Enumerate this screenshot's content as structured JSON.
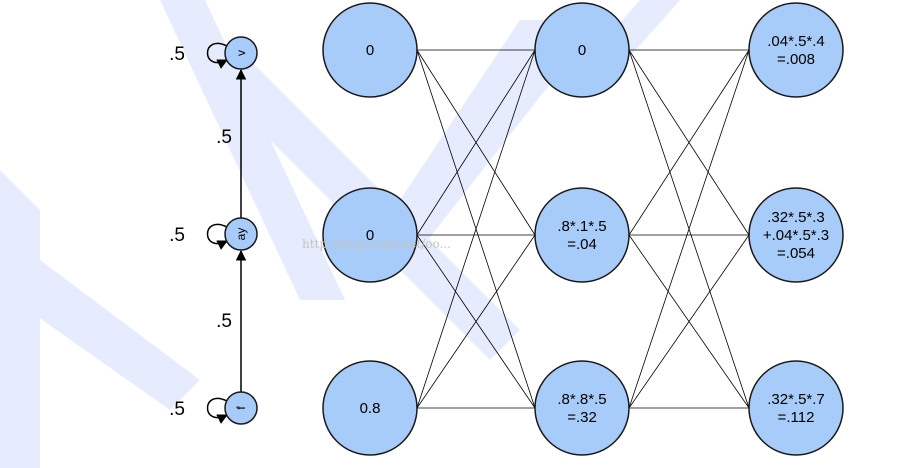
{
  "colors": {
    "node_fill": "#a8ccfa",
    "node_stroke": "#1a1a1a",
    "edge": "#000000",
    "watermark_shape": "#e6ecfd",
    "watermark_text": "#c4c4c4"
  },
  "watermark": {
    "text": "http://blog.csdn.net/oo..."
  },
  "hmm": {
    "states": [
      {
        "id": "s-v",
        "label": "v",
        "self_loop": ".5"
      },
      {
        "id": "s-ay",
        "label": "ay",
        "self_loop": ".5"
      },
      {
        "id": "s-f",
        "label": "f",
        "self_loop": ".5"
      }
    ],
    "transitions": [
      {
        "from": "f",
        "to": "ay",
        "label": ".5"
      },
      {
        "from": "ay",
        "to": "v",
        "label": ".5"
      }
    ]
  },
  "trellis": {
    "columns": [
      {
        "id": "t1",
        "cells": [
          [
            "0"
          ],
          [
            "0"
          ],
          [
            "0.8"
          ]
        ]
      },
      {
        "id": "t2",
        "cells": [
          [
            "0"
          ],
          [
            ".8*.1*.5",
            "=.04"
          ],
          [
            ".8*.8*.5",
            "=.32"
          ]
        ]
      },
      {
        "id": "t3",
        "cells": [
          [
            ".04*.5*.4",
            "=.008"
          ],
          [
            ".32*.5*.3",
            "+.04*.5*.3",
            "=.054"
          ],
          [
            ".32*.5*.7",
            "=.112"
          ]
        ]
      }
    ]
  }
}
